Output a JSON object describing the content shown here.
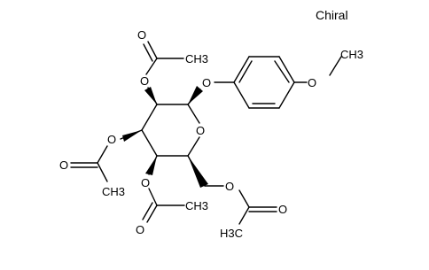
{
  "molecule": {
    "stereo_label": "Chiral",
    "atom_labels": {
      "ring_oxygen": "O",
      "anomeric_oxygen": "O",
      "c2_ester_oxygen": "O",
      "c3_ester_oxygen": "O",
      "c4_ester_oxygen": "O",
      "c6_ester_oxygen": "O",
      "aryl_ether_oxygen": "O",
      "methoxy_methyl": "CH3",
      "c2_carbonyl_oxygen": "O",
      "c2_acetyl_methyl": "CH3",
      "c3_carbonyl_oxygen": "O",
      "c3_acetyl_methyl": "CH3",
      "c4_carbonyl_oxygen": "O",
      "c4_acetyl_methyl": "CH3",
      "c6_carbonyl_oxygen": "O",
      "c6_acetyl_methyl": "H3C"
    }
  }
}
